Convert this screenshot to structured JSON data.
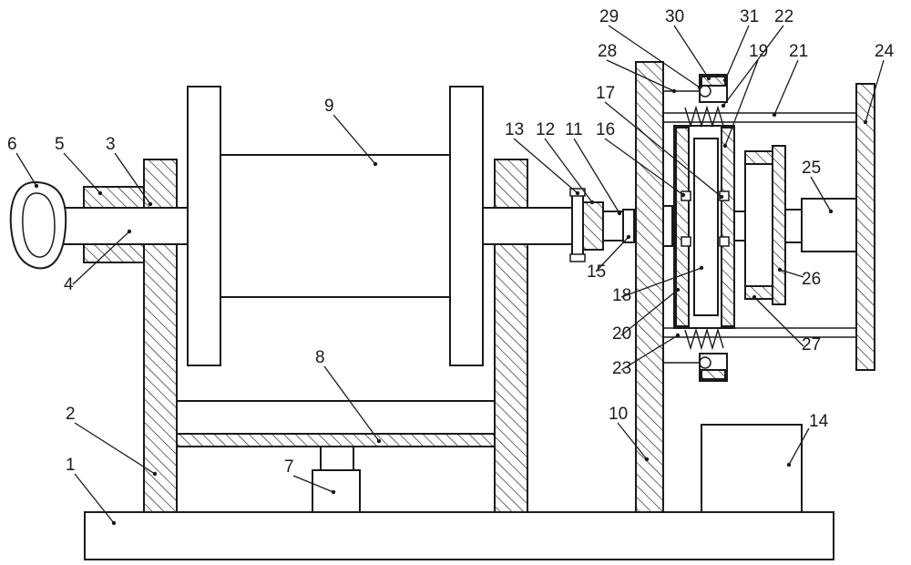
{
  "parts": [
    {
      "id": "1",
      "name": "base-plate"
    },
    {
      "id": "2",
      "name": "left-support-frame"
    },
    {
      "id": "3",
      "name": "bearing-3"
    },
    {
      "id": "4",
      "name": "drum-shaft"
    },
    {
      "id": "5",
      "name": "collar-5"
    },
    {
      "id": "6",
      "name": "handle"
    },
    {
      "id": "7",
      "name": "lift-cylinder"
    },
    {
      "id": "8",
      "name": "support-plate"
    },
    {
      "id": "9",
      "name": "winding-drum"
    },
    {
      "id": "10",
      "name": "clutch-support-plate"
    },
    {
      "id": "11",
      "name": "connecting-shaft"
    },
    {
      "id": "12",
      "name": "coupling-12"
    },
    {
      "id": "13",
      "name": "coupling-13"
    },
    {
      "id": "14",
      "name": "motor-box"
    },
    {
      "id": "15",
      "name": "bearing-seat-15"
    },
    {
      "id": "16",
      "name": "bolt-16"
    },
    {
      "id": "17",
      "name": "clutch-disc-17"
    },
    {
      "id": "18",
      "name": "friction-plate-18"
    },
    {
      "id": "19",
      "name": "friction-plate-19"
    },
    {
      "id": "20",
      "name": "housing-20"
    },
    {
      "id": "21",
      "name": "guide-rod-21"
    },
    {
      "id": "22",
      "name": "spring-22"
    },
    {
      "id": "23",
      "name": "spring-23"
    },
    {
      "id": "24",
      "name": "right-plate-24"
    },
    {
      "id": "25",
      "name": "push-cylinder-25"
    },
    {
      "id": "26",
      "name": "pressure-plate-26"
    },
    {
      "id": "27",
      "name": "pressure-pad-27"
    },
    {
      "id": "28",
      "name": "gear-28"
    },
    {
      "id": "29",
      "name": "gear-29"
    },
    {
      "id": "30",
      "name": "gear-box-30"
    },
    {
      "id": "31",
      "name": "gear-box-31"
    }
  ]
}
